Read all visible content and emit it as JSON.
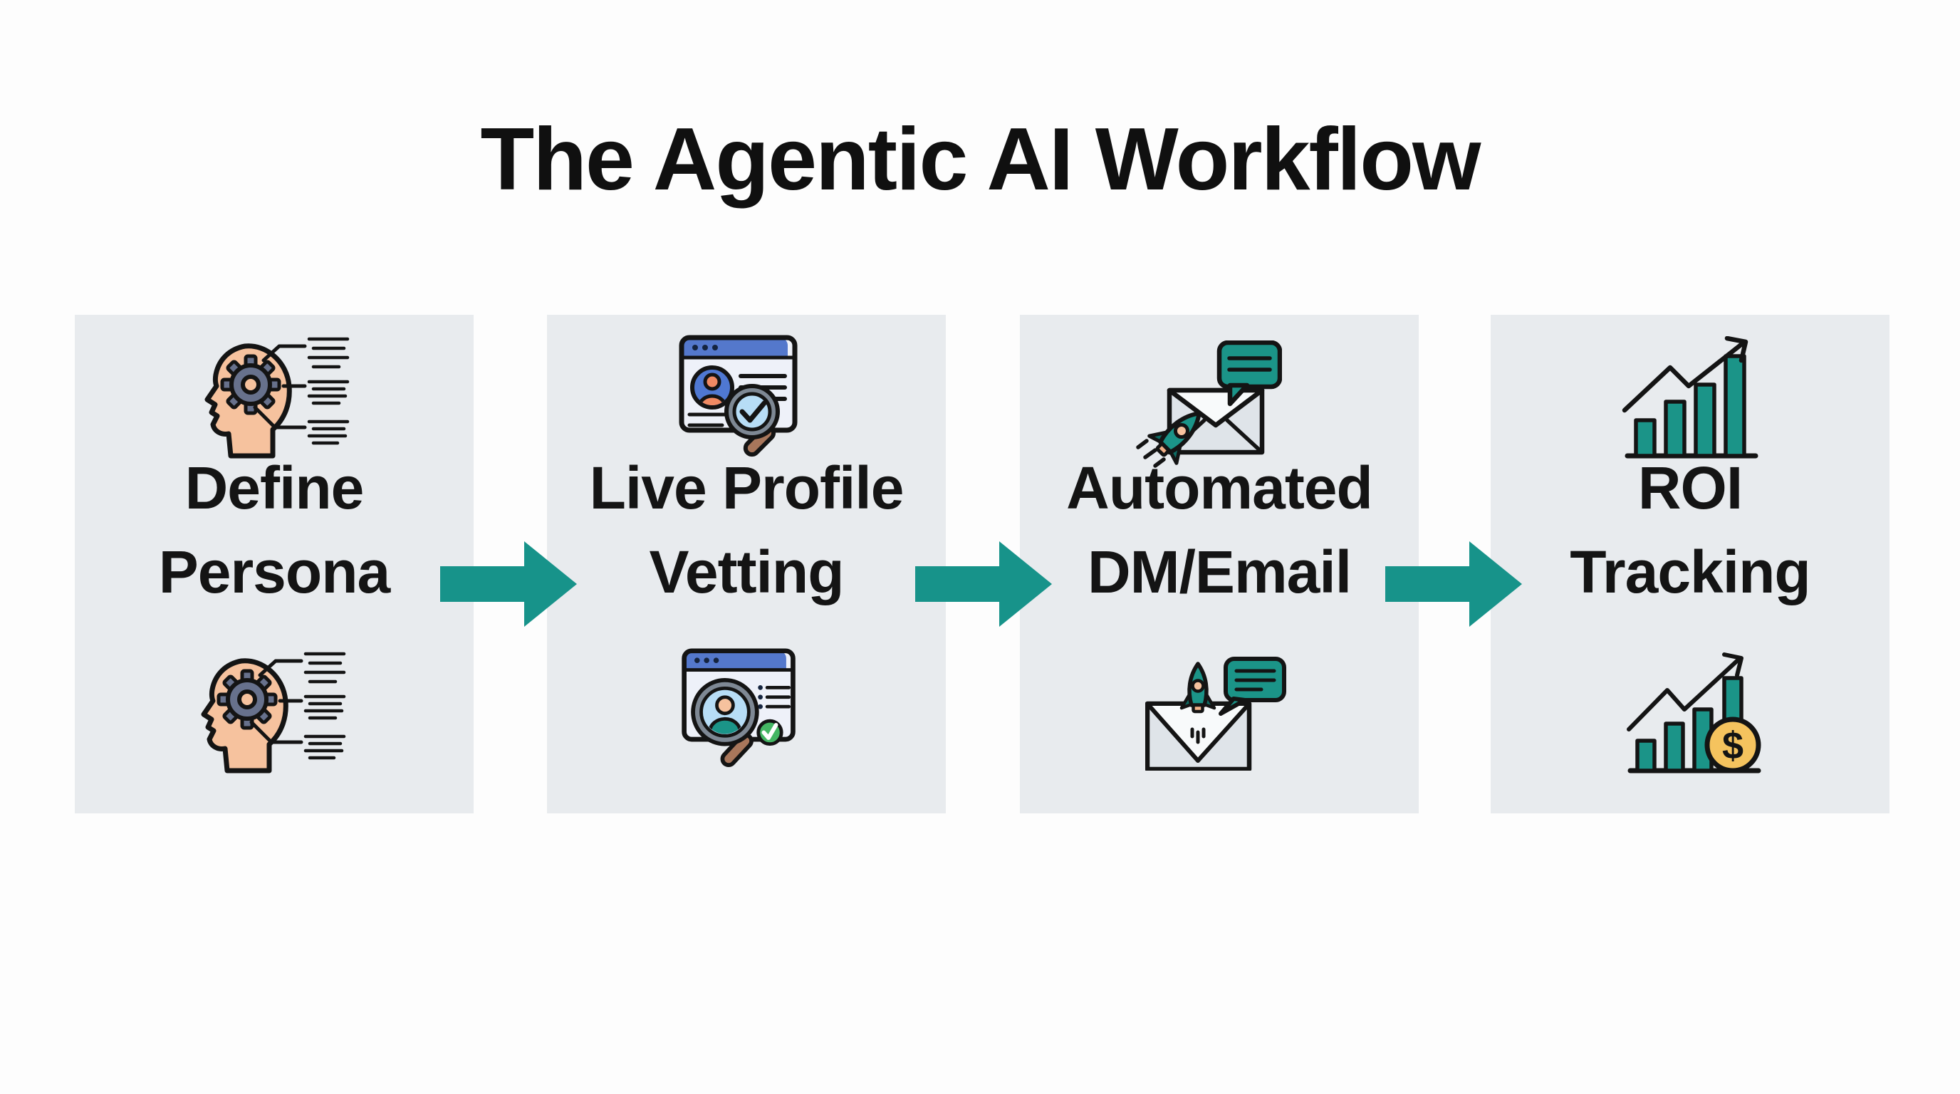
{
  "title": "The Agentic AI Workflow",
  "steps": [
    {
      "name": "define-persona",
      "label": [
        "Define",
        "Persona"
      ],
      "icon_top": "persona-head-gear-icon",
      "icon_bottom": "persona-head-gear-icon"
    },
    {
      "name": "live-profile-vetting",
      "label": [
        "Live Profile",
        "Vetting"
      ],
      "icon_top": "profile-card-search-icon",
      "icon_bottom": "profile-magnifier-verified-icon"
    },
    {
      "name": "automated-dm-email",
      "label": [
        "Automated",
        "DM/Email"
      ],
      "icon_top": "email-chat-rocket-icon",
      "icon_bottom": "email-rocket-launch-chat-icon"
    },
    {
      "name": "roi-tracking",
      "label": [
        "ROI",
        "Tracking"
      ],
      "icon_top": "growth-bar-chart-icon",
      "icon_bottom": "growth-bar-chart-dollar-icon"
    }
  ],
  "glyphs": {
    "dollar": "$"
  },
  "colors": {
    "accent": "#17938a",
    "icon-teal": "#1b9488",
    "dark-teal": "#0d6b63",
    "box-bg": "#e8ebee",
    "ink": "#141414",
    "skin": "#f6c29e",
    "gear": "#67718c",
    "browser-blue": "#5478cc",
    "avatar-blue": "#4f78d2",
    "salmon": "#f08a63",
    "lens-blue": "#b7ddf6",
    "ring-gray": "#7e8894",
    "handle-brown": "#a8765b",
    "check-green": "#44b663",
    "coin-gold": "#f5c35e",
    "envelope-gray": "#dfe4e9",
    "envelope-light": "#f8fafb",
    "paper": "#eef1f9",
    "navy": "#15243f"
  }
}
